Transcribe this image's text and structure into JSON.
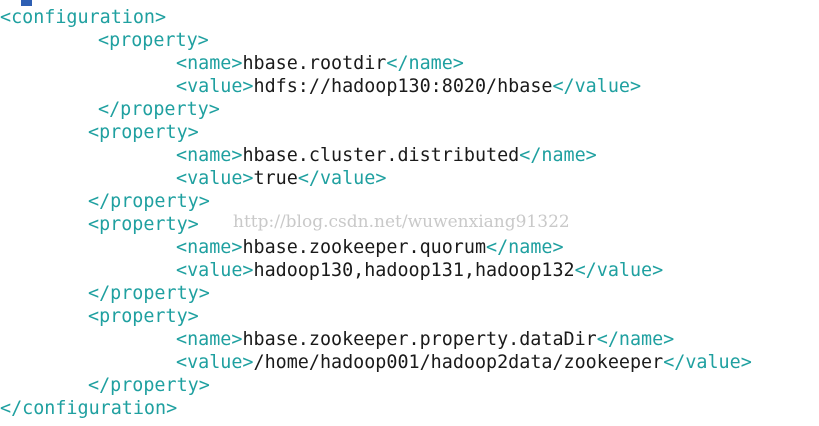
{
  "editor": {
    "cursor_color": "#2e5fb3",
    "tag_color": "#1fa0a0",
    "text_color": "#1a1a1a",
    "lines": [
      {
        "open": "<configuration>",
        "text": "",
        "close": ""
      },
      {
        "open": "<property>",
        "text": "",
        "close": ""
      },
      {
        "open": "<name>",
        "text": "hbase.rootdir",
        "close": "</name>"
      },
      {
        "open": "<value>",
        "text": "hdfs://hadoop130:8020/hbase",
        "close": "</value>"
      },
      {
        "open": "</property>",
        "text": "",
        "close": ""
      },
      {
        "open": "<property>",
        "text": "",
        "close": ""
      },
      {
        "open": "<name>",
        "text": "hbase.cluster.distributed",
        "close": "</name>"
      },
      {
        "open": "<value>",
        "text": "true",
        "close": "</value>"
      },
      {
        "open": "</property>",
        "text": "",
        "close": ""
      },
      {
        "open": "<property>",
        "text": "",
        "close": ""
      },
      {
        "open": "<name>",
        "text": "hbase.zookeeper.quorum",
        "close": "</name>"
      },
      {
        "open": "<value>",
        "text": "hadoop130,hadoop131,hadoop132",
        "close": "</value>"
      },
      {
        "open": "</property>",
        "text": "",
        "close": ""
      },
      {
        "open": "<property>",
        "text": "",
        "close": ""
      },
      {
        "open": "<name>",
        "text": "hbase.zookeeper.property.dataDir",
        "close": "</name>"
      },
      {
        "open": "<value>",
        "text": "/home/hadoop001/hadoop2data/zookeeper",
        "close": "</value>"
      },
      {
        "open": "</property>",
        "text": "",
        "close": ""
      },
      {
        "open": "</configuration>",
        "text": "",
        "close": ""
      }
    ]
  },
  "watermark": "http://blog.csdn.net/wuwenxiang91322"
}
